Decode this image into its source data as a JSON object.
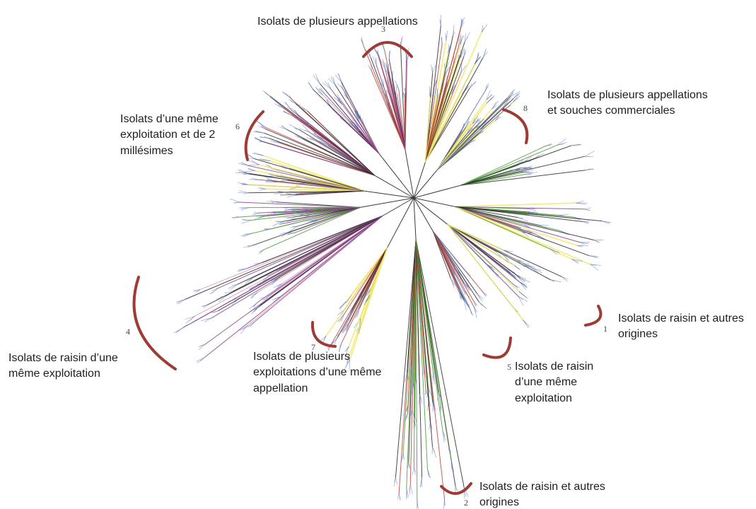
{
  "colors": {
    "bracket": "#9e3b35",
    "text": "#1f1f1f",
    "branch_palette": [
      "#2a2a2a",
      "#8b3f8e",
      "#c0433a",
      "#f0e86a",
      "#4f9a3a",
      "#5a6fb0",
      "#d69ab0"
    ]
  },
  "clusters": [
    {
      "id": "3",
      "number": "3",
      "label": "Isolats de plusieurs appellations"
    },
    {
      "id": "8",
      "number": "8",
      "label": "Isolats de plusieurs appellations\net souches commerciales"
    },
    {
      "id": "6",
      "number": "6",
      "label": "Isolats d’une même\nexploitation et de 2\nmillésimes"
    },
    {
      "id": "1",
      "number": "1",
      "label": "Isolats de raisin et autres\norigines"
    },
    {
      "id": "4",
      "number": "4",
      "label": "Isolats de raisin d’une\nmême exploitation"
    },
    {
      "id": "7",
      "number": "7",
      "label": "Isolats de plusieurs\nexploitations d’une même\nappellation"
    },
    {
      "id": "5",
      "number": "5",
      "label": "Isolats de raisin\nd’une même\nexploitation"
    },
    {
      "id": "2",
      "number": "2",
      "label": "Isolats de raisin et autres\norigines"
    }
  ]
}
